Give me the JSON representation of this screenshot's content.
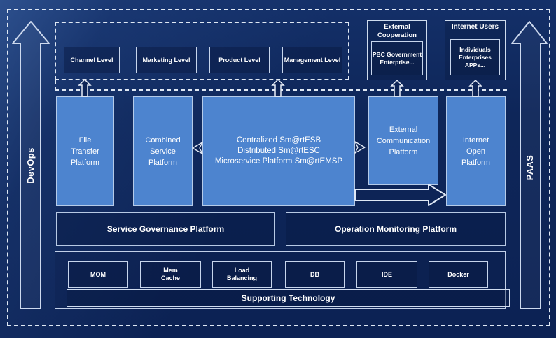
{
  "rails": {
    "left": "DevOps",
    "right": "PAAS"
  },
  "levels": [
    {
      "label": "Channel Level"
    },
    {
      "label": "Marketing Level"
    },
    {
      "label": "Product Level"
    },
    {
      "label": "Management Level"
    }
  ],
  "external_cooperation": {
    "title_lines": [
      "External",
      "Cooperation"
    ],
    "member_lines": [
      "PBC Government",
      "Enterprise..."
    ]
  },
  "internet_users": {
    "title": "Internet Users",
    "member_lines": [
      "Individuals",
      "Enterprises",
      "APPs..."
    ]
  },
  "platforms": {
    "file_transfer": [
      "File",
      "Transfer",
      "Platform"
    ],
    "combined_service": [
      "Combined",
      "Service",
      "Platform"
    ],
    "esb": [
      "Centralized Sm@rtESB",
      "Distributed Sm@rtESC",
      "Microservice Platform Sm@rtEMSP"
    ],
    "external_communication": [
      "External",
      "Communication",
      "Platform"
    ],
    "internet_open": [
      "Internet",
      "Open",
      "Platform"
    ]
  },
  "governance": {
    "service": "Service Governance Platform",
    "operation": "Operation Monitoring Platform"
  },
  "supporting": {
    "techs": [
      [
        "MOM"
      ],
      [
        "Mem",
        "Cache"
      ],
      [
        "Load",
        "Balancing"
      ],
      [
        "DB"
      ],
      [
        "IDE"
      ],
      [
        "Docker"
      ]
    ],
    "bar": "Supporting Technology"
  },
  "colors": {
    "background": "#0d2456",
    "platform_blue": "#4d84cf",
    "border_light": "#c7d5ec",
    "dashed_white": "#dfe8f4",
    "text": "#ffffff"
  }
}
